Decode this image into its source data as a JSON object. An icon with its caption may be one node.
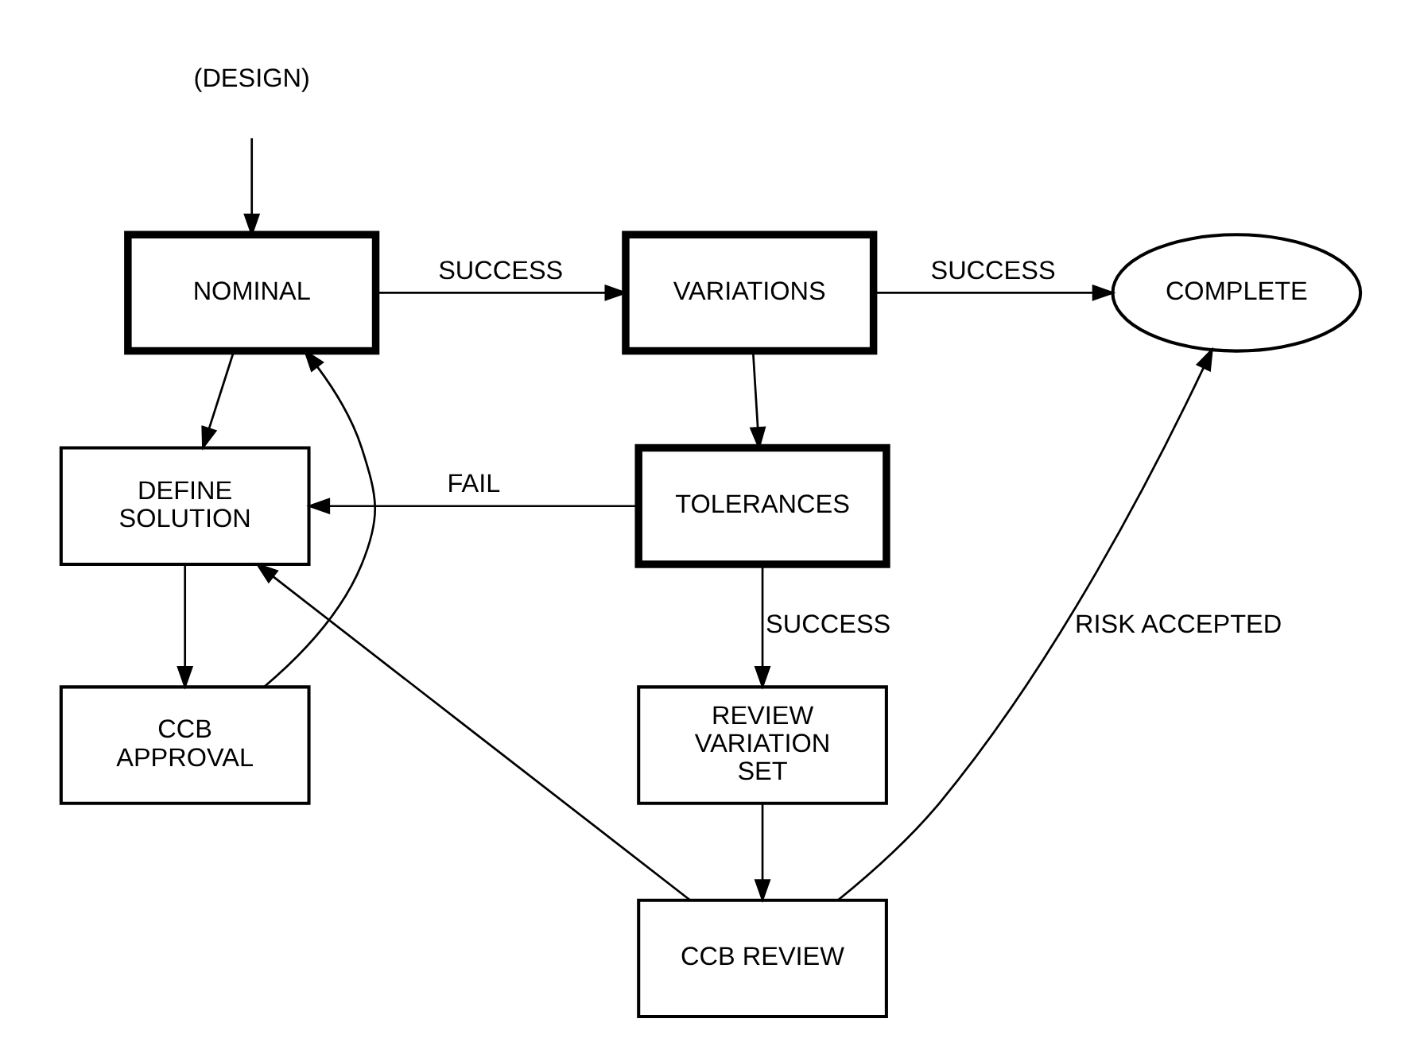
{
  "diagram": {
    "nodes": [
      {
        "text": [
          "(DESIGN)"
        ]
      },
      {
        "text": [
          "NOMINAL"
        ]
      },
      {
        "text": [
          "VARIATIONS"
        ]
      },
      {
        "text": [
          "COMPLETE"
        ]
      },
      {
        "text": [
          "DEFINE SOLUTION"
        ]
      },
      {
        "text": [
          "TOLERANCES"
        ]
      },
      {
        "text": [
          "CCB APPROVAL"
        ]
      },
      {
        "text": [
          "REVIEW VARIATION SET"
        ]
      },
      {
        "text": [
          "CCB REVIEW"
        ]
      }
    ],
    "edges": [
      {
        "from": 0,
        "to": 1,
        "arrow": "to"
      },
      {
        "from": 1,
        "to": 2,
        "arrow": "to",
        "label": "SUCCESS"
      },
      {
        "from": 2,
        "to": 3,
        "arrow": "to",
        "label": "SUCCESS"
      },
      {
        "from": 1,
        "to": 4,
        "arrow": "to"
      },
      {
        "from": 2,
        "to": 5,
        "arrow": "to"
      },
      {
        "from": 5,
        "to": 4,
        "arrow": "to",
        "label": "FAIL"
      },
      {
        "from": 4,
        "to": 6,
        "arrow": "to"
      },
      {
        "from": 6,
        "to": 1,
        "arrow": "to"
      },
      {
        "from": 5,
        "to": 7,
        "arrow": "to",
        "label": "SUCCESS"
      },
      {
        "from": 7,
        "to": 8,
        "arrow": "to"
      },
      {
        "from": 8,
        "to": 4,
        "arrow": "to"
      },
      {
        "from": 8,
        "to": 3,
        "arrow": "to",
        "label": "RISK ACCEPTED"
      }
    ]
  }
}
